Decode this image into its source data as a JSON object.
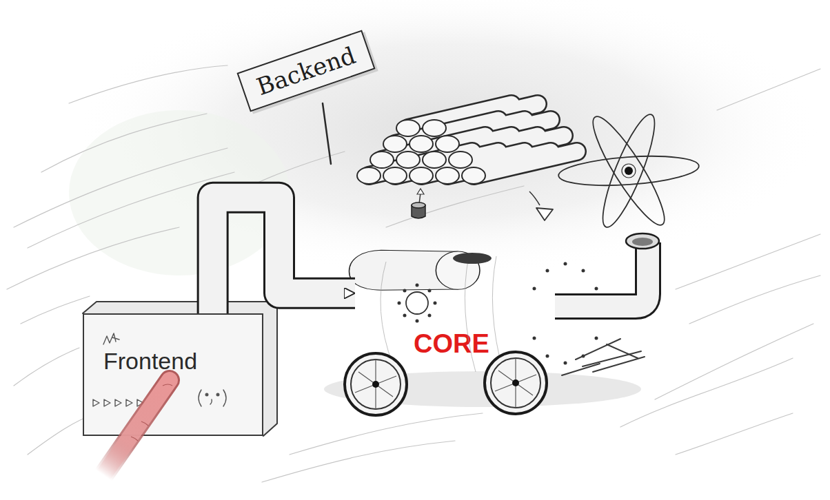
{
  "diagram": {
    "nodes": [
      {
        "text": [
          "Backend"
        ]
      },
      {
        "text": [
          "Frontend"
        ]
      },
      {
        "text": [
          "CORE"
        ]
      }
    ],
    "edges": [
      {
        "from": 1,
        "to": 2,
        "arrow": "to"
      }
    ]
  }
}
